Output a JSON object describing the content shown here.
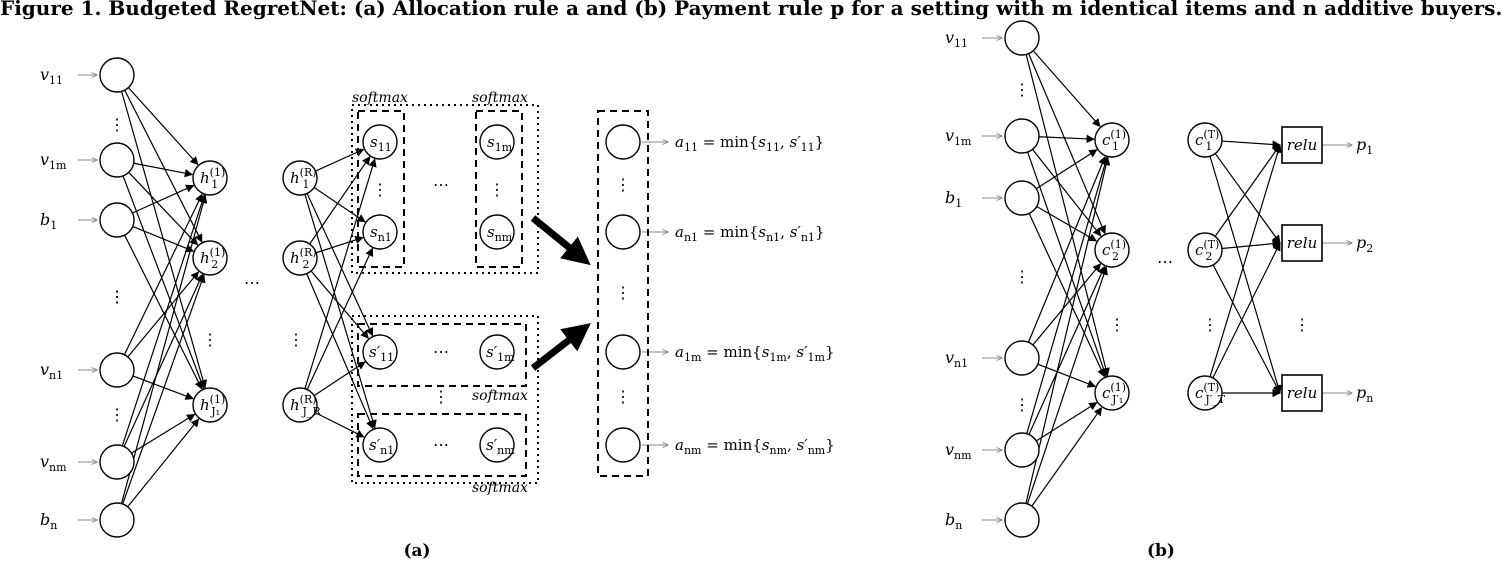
{
  "caption": "Figure 1. Budgeted RegretNet: (a) Allocation rule a and (b) Payment rule p for a setting with m identical items and n additive buyers.",
  "panel_a": {
    "label": "(a)",
    "inputs": [
      {
        "base": "v",
        "sub": "11"
      },
      {
        "base": "v",
        "sub": "1m"
      },
      {
        "base": "b",
        "sub": "1"
      },
      {
        "base": "v",
        "sub": "n1"
      },
      {
        "base": "v",
        "sub": "nm"
      },
      {
        "base": "b",
        "sub": "n"
      }
    ],
    "hidden1": [
      {
        "base": "h",
        "sub": "1",
        "sup": "(1)"
      },
      {
        "base": "h",
        "sub": "2",
        "sup": "(1)"
      },
      {
        "base": "h",
        "sub": "J₁",
        "sup": "(1)"
      }
    ],
    "hiddenR": [
      {
        "base": "h",
        "sub": "1",
        "sup": "(R)"
      },
      {
        "base": "h",
        "sub": "2",
        "sup": "(R)"
      },
      {
        "base": "h",
        "sub": "J_R",
        "sup": "(R)"
      }
    ],
    "s_nodes": [
      {
        "base": "s",
        "sub": "11"
      },
      {
        "base": "s",
        "sub": "n1"
      },
      {
        "base": "s",
        "sub": "1m"
      },
      {
        "base": "s",
        "sub": "nm"
      }
    ],
    "sp_nodes": [
      {
        "base": "s′",
        "sub": "11"
      },
      {
        "base": "s′",
        "sub": "1m"
      },
      {
        "base": "s′",
        "sub": "n1"
      },
      {
        "base": "s′",
        "sub": "nm"
      }
    ],
    "softmax": "softmax",
    "outputs": [
      {
        "base": "a",
        "sub": "11",
        "rhs": "= min{s",
        "s1": "11",
        "s2": "11"
      },
      {
        "base": "a",
        "sub": "n1",
        "rhs": "= min{s",
        "s1": "n1",
        "s2": "n1"
      },
      {
        "base": "a",
        "sub": "1m",
        "rhs": "= min{s",
        "s1": "1m",
        "s2": "1m"
      },
      {
        "base": "a",
        "sub": "nm",
        "rhs": "= min{s",
        "s1": "nm",
        "s2": "nm"
      }
    ]
  },
  "panel_b": {
    "label": "(b)",
    "inputs": [
      {
        "base": "v",
        "sub": "11"
      },
      {
        "base": "v",
        "sub": "1m"
      },
      {
        "base": "b",
        "sub": "1"
      },
      {
        "base": "v",
        "sub": "n1"
      },
      {
        "base": "v",
        "sub": "nm"
      },
      {
        "base": "b",
        "sub": "n"
      }
    ],
    "hidden1": [
      {
        "base": "c",
        "sub": "1",
        "sup": "(1)"
      },
      {
        "base": "c",
        "sub": "2",
        "sup": "(1)"
      },
      {
        "base": "c",
        "sub": "J′₁",
        "sup": "(1)"
      }
    ],
    "hiddenT": [
      {
        "base": "c",
        "sub": "1",
        "sup": "(T)"
      },
      {
        "base": "c",
        "sub": "2",
        "sup": "(T)"
      },
      {
        "base": "c",
        "sub": "J′_T",
        "sup": "(T)"
      }
    ],
    "relu": "relu",
    "outputs": [
      {
        "base": "p",
        "sub": "1"
      },
      {
        "base": "p",
        "sub": "2"
      },
      {
        "base": "p",
        "sub": "n"
      }
    ]
  }
}
